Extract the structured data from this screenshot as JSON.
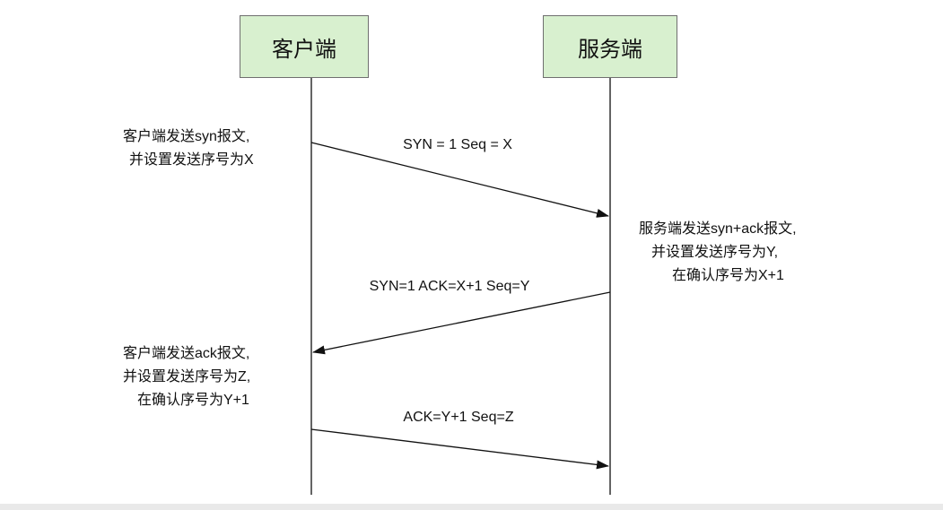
{
  "participants": {
    "client": "客户端",
    "server": "服务端"
  },
  "messages": [
    {
      "label": "SYN = 1  Seq = X",
      "from": "client",
      "to": "server"
    },
    {
      "label": "SYN=1  ACK=X+1  Seq=Y",
      "from": "server",
      "to": "client"
    },
    {
      "label": "ACK=Y+1 Seq=Z",
      "from": "client",
      "to": "server"
    }
  ],
  "notes": {
    "client_1": [
      "客户端发送syn报文,",
      "并设置发送序号为X"
    ],
    "server_1": [
      "服务端发送syn+ack报文,",
      "并设置发送序号为Y,",
      "在确认序号为X+1"
    ],
    "client_2": [
      "客户端发送ack报文,",
      "并设置发送序号为Z,",
      "在确认序号为Y+1"
    ]
  },
  "colors": {
    "box_fill": "#d8f0cf",
    "box_border": "#6f6f6f",
    "line": "#111111"
  }
}
